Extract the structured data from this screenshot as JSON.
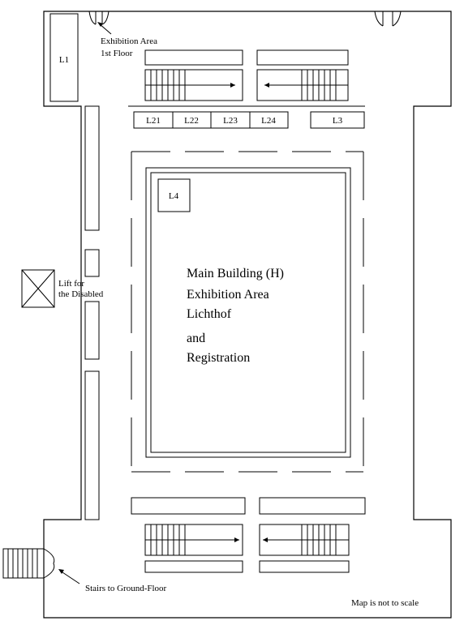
{
  "rooms": {
    "l1": "L1",
    "l21": "L21",
    "l22": "L22",
    "l23": "L23",
    "l24": "L24",
    "l3": "L3",
    "l4": "L4"
  },
  "main_building": {
    "line1": "Main Building (H)",
    "line2": "Exhibition Area",
    "line3": "Lichthof",
    "line4": "and",
    "line5": "Registration"
  },
  "exhibition_first_floor": {
    "line1": "Exhibition Area",
    "line2": "1st Floor"
  },
  "lift": {
    "line1": "Lift for",
    "line2": "the Disabled"
  },
  "stairs_ground_floor": "Stairs to Ground-Floor",
  "scale_note": "Map is not to scale"
}
